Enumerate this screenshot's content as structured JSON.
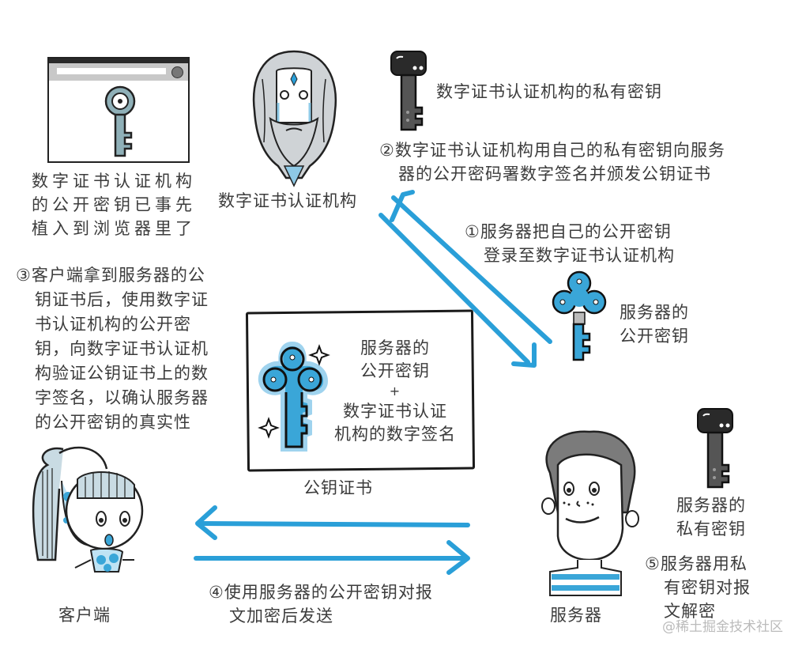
{
  "browser_caption": {
    "lines": [
      "数字证书认证机构",
      "的公开密钥已事先",
      "植入到浏览器里了"
    ]
  },
  "ca": {
    "label": "数字证书认证机构"
  },
  "ca_private_key": {
    "label": "数字证书认证机构的私有密钥"
  },
  "step2": {
    "lines": [
      "②数字证书认证机构用自己的私有密钥向服务",
      "器的公开密码署数字签名并颁发公钥证书"
    ]
  },
  "step1": {
    "lines": [
      "①服务器把自己的公开密钥",
      "登录至数字证书认证机构"
    ]
  },
  "server_public_key": {
    "lines": [
      "服务器的",
      "公开密钥"
    ]
  },
  "step3": {
    "lines": [
      "③客户端拿到服务器的公",
      "钥证书后，使用数字证",
      "书认证机构的公开密",
      "钥，向数字证书认证机",
      "构验证公钥证书上的数",
      "字签名，以确认服务器",
      "的公开密钥的真实性"
    ]
  },
  "certificate": {
    "content_lines": [
      "服务器的",
      "公开密钥",
      "+",
      "数字证书认证",
      "机构的数字签名"
    ],
    "label": "公钥证书"
  },
  "client": {
    "label": "客户端"
  },
  "server": {
    "label": "服务器"
  },
  "server_private_key": {
    "lines": [
      "服务器的",
      "私有密钥"
    ]
  },
  "step4": {
    "lines": [
      "④使用服务器的公开密钥对报",
      "文加密后发送"
    ]
  },
  "step5": {
    "lines": [
      "⑤服务器用私",
      "有密钥对报",
      "文解密"
    ]
  },
  "watermark": "@稀土掘金技术社区",
  "colors": {
    "arrow_blue": "#2a9fd8",
    "key_blue": "#3aa6d8",
    "dark_key": "#3a3a3a",
    "text": "#3c3c3c"
  }
}
